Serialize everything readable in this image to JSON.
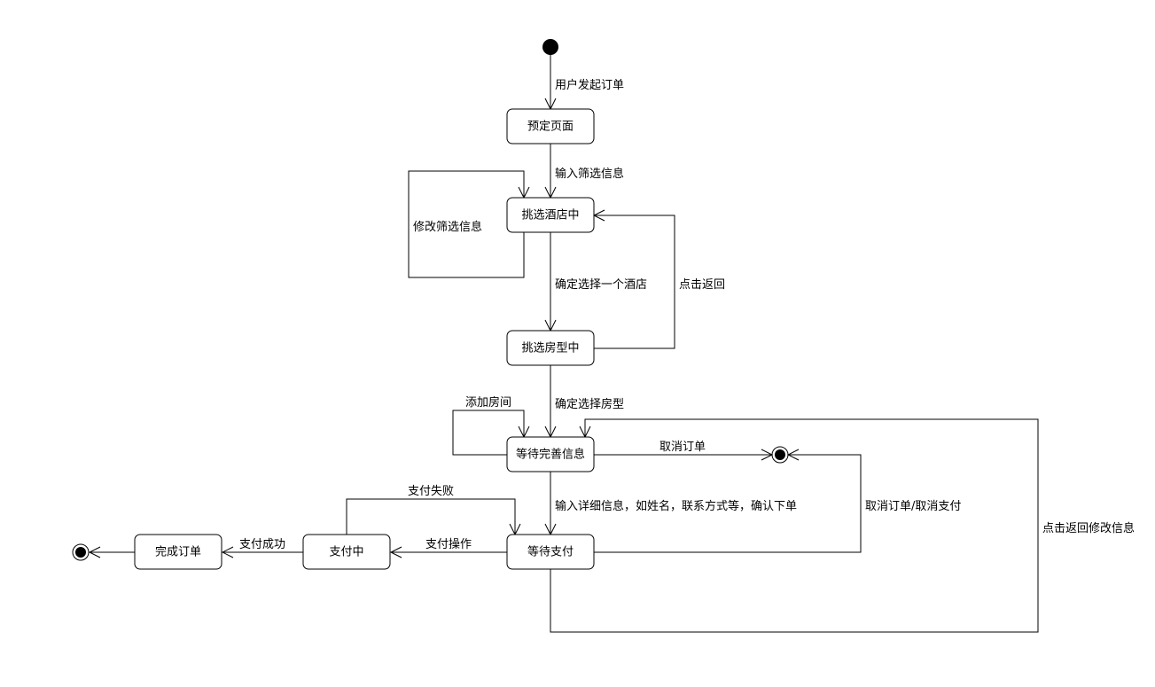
{
  "states": {
    "booking_page": "预定页面",
    "choosing_hotel": "挑选酒店中",
    "choosing_room": "挑选房型中",
    "waiting_info": "等待完善信息",
    "waiting_payment": "等待支付",
    "paying": "支付中",
    "order_complete": "完成订单"
  },
  "transitions": {
    "user_start_order": "用户发起订单",
    "input_filter": "输入筛选信息",
    "modify_filter": "修改筛选信息",
    "confirm_hotel": "确定选择一个酒店",
    "click_back": "点击返回",
    "add_room": "添加房间",
    "confirm_room_type": "确定选择房型",
    "cancel_order": "取消订单",
    "input_details": "输入详细信息，如姓名，联系方式等，确认下单",
    "cancel_order_or_payment": "取消订单/取消支付",
    "back_modify_info": "点击返回修改信息",
    "payment_failed": "支付失败",
    "payment_operation": "支付操作",
    "payment_success": "支付成功"
  }
}
